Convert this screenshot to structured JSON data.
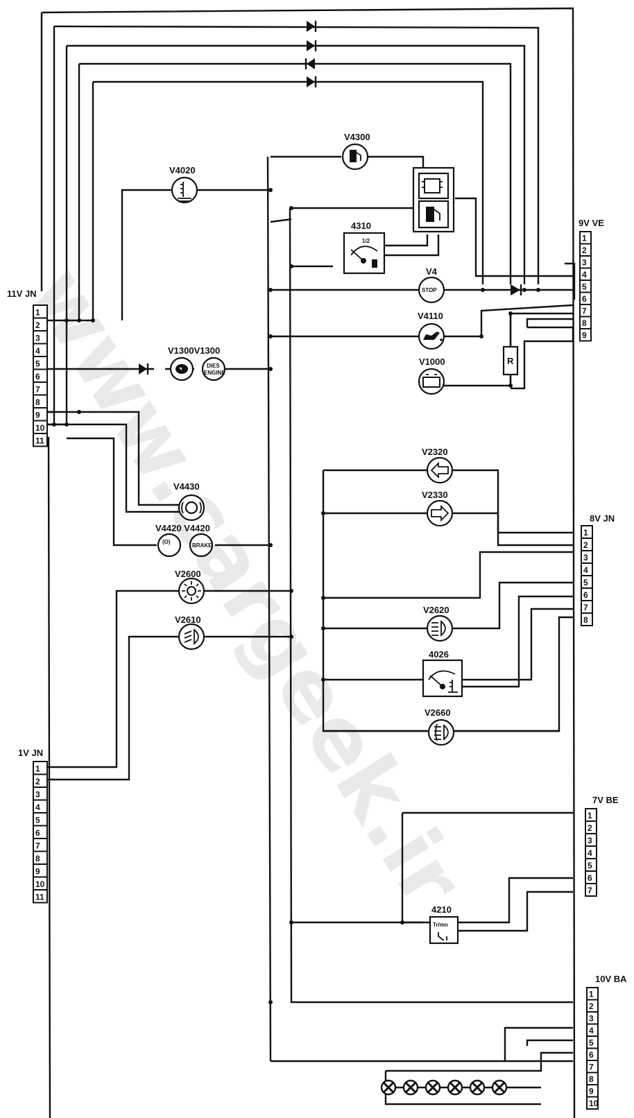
{
  "watermark": "www.cargeek.ir",
  "connectors": {
    "c11": {
      "title": "11V JN",
      "pins": [
        "1",
        "2",
        "3",
        "4",
        "5",
        "6",
        "7",
        "8",
        "9",
        "10",
        "11"
      ]
    },
    "c1": {
      "title": "1V JN",
      "pins": [
        "1",
        "2",
        "3",
        "4",
        "5",
        "6",
        "7",
        "8",
        "9",
        "10",
        "11"
      ]
    },
    "c9": {
      "title": "9V VE",
      "pins": [
        "1",
        "2",
        "3",
        "4",
        "5",
        "6",
        "7",
        "8",
        "9"
      ]
    },
    "c8": {
      "title": "8V JN",
      "pins": [
        "1",
        "2",
        "3",
        "4",
        "5",
        "6",
        "7",
        "8"
      ]
    },
    "c7": {
      "title": "7V BE",
      "pins": [
        "1",
        "2",
        "3",
        "4",
        "5",
        "6",
        "7"
      ]
    },
    "c10": {
      "title": "10V BA",
      "pins": [
        "1",
        "2",
        "3",
        "4",
        "5",
        "6",
        "7",
        "8",
        "9",
        "10"
      ]
    }
  },
  "components": {
    "v4300": "V4300",
    "v4020": "V4020",
    "m4310": "4310",
    "m4310_scale": "1/2",
    "v4": "V4",
    "v4_text": "STOP",
    "v4110": "V4110",
    "v1000": "V1000",
    "v1300": "V1300V1300",
    "v1300_text_a": "DIES",
    "v1300_text_b": "ENGINE",
    "resistor": "R",
    "v4430": "V4430",
    "v4420": "V4420 V4420",
    "v4420_text_a": "(O)",
    "v4420_text_b": "BRAKE",
    "v2600": "V2600",
    "v2610": "V2610",
    "v2320": "V2320",
    "v2330": "V2330",
    "v2620": "V2620",
    "m4026": "4026",
    "v2660": "V2660",
    "m4210": "4210",
    "m4210_unit": "Tr/mn"
  }
}
